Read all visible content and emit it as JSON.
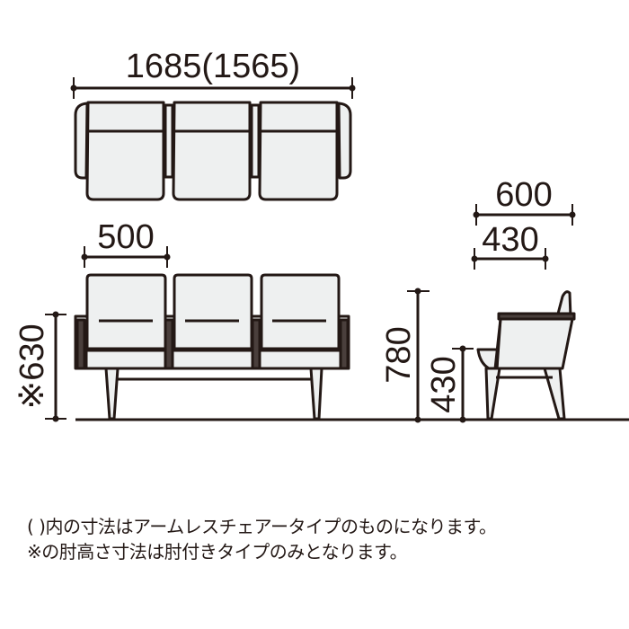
{
  "colors": {
    "line": "#231815",
    "fill": "#eef0f0",
    "background": "#ffffff"
  },
  "top_view": {
    "width_label": "1685(1565)"
  },
  "front_view": {
    "seat_width_label": "500",
    "arm_height_label": "※630"
  },
  "side_view": {
    "depth_label": "600",
    "seat_depth_label": "430",
    "total_height_label": "780",
    "seat_height_label": "430"
  },
  "notes": {
    "line1": "( )内の寸法はアームレスチェアータイプのものになります。",
    "line2": "※の肘高さ寸法は肘付きタイプのみとなります。"
  }
}
